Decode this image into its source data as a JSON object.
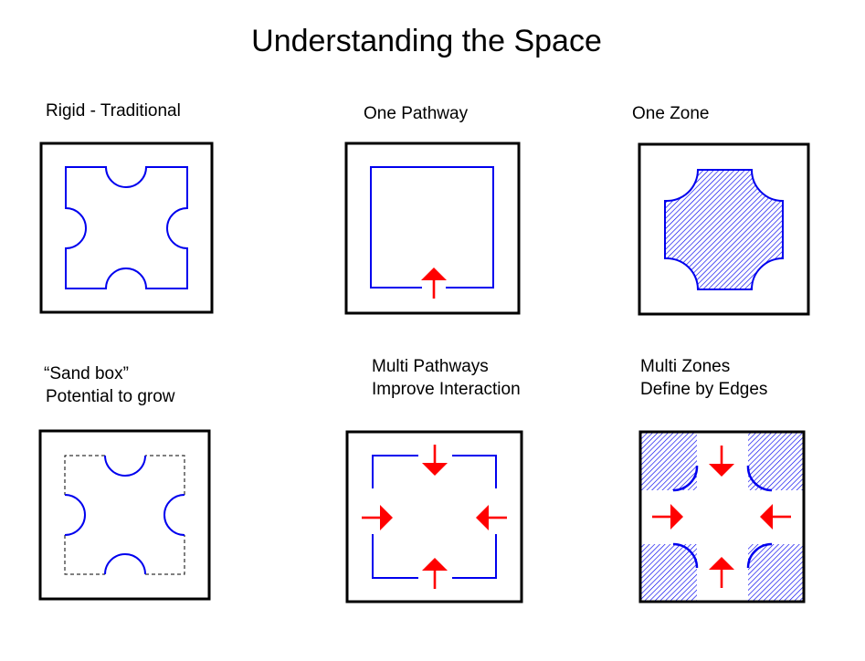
{
  "title": "Understanding the Space",
  "panels": [
    {
      "label_lines": [
        "Rigid - Traditional"
      ]
    },
    {
      "label_lines": [
        "One Pathway"
      ]
    },
    {
      "label_lines": [
        "One Zone"
      ]
    },
    {
      "label_lines": [
        "“Sand box”",
        "Potential to grow"
      ]
    },
    {
      "label_lines": [
        "Multi Pathways",
        "Improve Interaction"
      ]
    },
    {
      "label_lines": [
        "Multi Zones",
        "Define by Edges"
      ]
    }
  ],
  "colors": {
    "outline": "#000000",
    "shape": "#0000ee",
    "arrow": "#ff0000"
  }
}
